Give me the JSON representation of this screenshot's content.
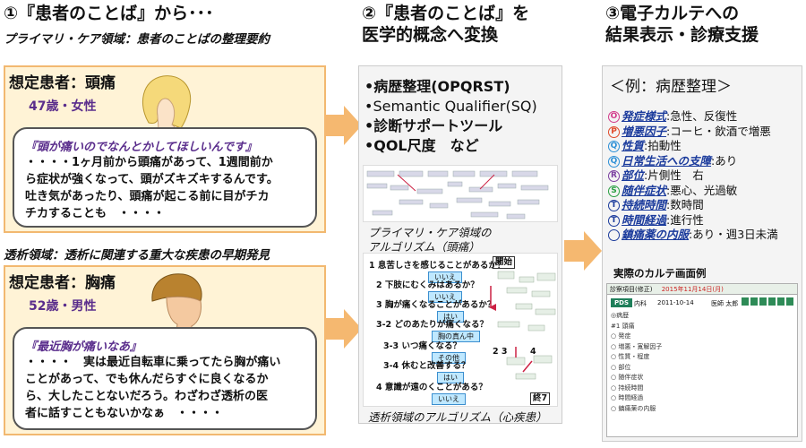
{
  "col1": {
    "heading": "①『患者のことば』から･･･",
    "section1_title": "プライマリ・ケア領域：患者のことばの整理要約",
    "case1": {
      "patient_label": "想定患者：頭痛",
      "age": "47歳・女性",
      "quote": "『頭が痛いのでなんとかしてほしいんです』",
      "lines": [
        "・・・・1ヶ月前から頭痛があって、1週間前か",
        "ら症状が強くなって、頭がズキズキするんです。",
        "吐き気があったり、頭痛が起こる前に目がチカ",
        "チカすることも　・・・・"
      ]
    },
    "section2_title": "透析領域：透析に関連する重大な疾患の早期発見",
    "case2": {
      "patient_label": "想定患者：胸痛",
      "age": "52歳・男性",
      "quote": "『最近胸が痛いなあ』",
      "lines": [
        "・・・・　実は最近自転車に乗ってたら胸が痛い",
        "ことがあって、でも休んだらすぐに良くなるか",
        "ら、大したことないだろう。わざわざ透析の医",
        "者に話すこともないかなぁ　・・・・"
      ]
    }
  },
  "col2": {
    "heading_line1": "②『患者のことば』を",
    "heading_line2": "医学的概念へ変換",
    "list": [
      "•病歴整理(OPQRST)",
      "•Semantic Qualifier(SQ)",
      "•診断サポートツール",
      "•QOL尺度　など"
    ],
    "caption1": [
      "プライマリ・ケア領域の",
      "アルゴリズム（頭痛）"
    ],
    "flow": {
      "start_label": "開始",
      "questions": [
        "1 息苦しさを感じることがあるか？",
        "2 下肢にむくみはあるか？",
        "3 胸が痛くなることがあるか？",
        "3-2 どのあたりが痛くなる？",
        "3-3 いつ痛くなる？",
        "3-4 休むと改善する？",
        "4 意識が遠のくことがある？"
      ],
      "answers": [
        "いいえ",
        "いいえ",
        "はい",
        "胸の真ん中",
        "その他",
        "はい",
        "いいえ"
      ],
      "side_labels": [
        "2 3",
        "4"
      ],
      "end_label": "終7"
    },
    "caption2": "透析領域のアルゴリズム（心疾患）"
  },
  "col3": {
    "heading_line1": "③電子カルテへの",
    "heading_line2": "結果表示・診療支援",
    "example_title": "＜例：病歴整理＞",
    "items": [
      {
        "letter": "O",
        "label": "発症様式",
        "value": ":急性、反復性",
        "color": "#d23a8a"
      },
      {
        "letter": "P",
        "label": "増悪因子",
        "value": ":コーヒ・飲酒で増悪",
        "color": "#e04a2a"
      },
      {
        "letter": "Q",
        "label": "性質",
        "value": ":拍動性",
        "color": "#2c8fd6"
      },
      {
        "letter": "Q",
        "label": "日常生活への支障",
        "value": ":あり",
        "color": "#2c8fd6"
      },
      {
        "letter": "R",
        "label": "部位",
        "value": ":片側性　右",
        "color": "#7b3fa0"
      },
      {
        "letter": "S",
        "label": "随伴症状",
        "value": ":悪心、光過敏",
        "color": "#2aa042"
      },
      {
        "letter": "T",
        "label": "持続時間",
        "value": ":数時間",
        "color": "#1b3b9c"
      },
      {
        "letter": "T",
        "label": "時間経過",
        "value": ":進行性",
        "color": "#1b3b9c"
      },
      {
        "letter": "○",
        "label": "鎮痛薬の内服",
        "value": ":あり・週3日未満",
        "color": "#1b3b9c"
      }
    ],
    "karte_caption": "実際のカルテ画面例",
    "karte": {
      "header": "診察項目(修正)",
      "date_text": "2015年11月14日(月)",
      "tab": "PDS",
      "field1": "内科",
      "field2": "2011-10-14",
      "doctor": "医師 太郎",
      "lines": [
        "◎病歴",
        "#1 頭痛",
        "○ 発症",
        "○ 増悪・寛解因子",
        "○ 性質・程度",
        "○ 部位",
        "○ 随伴症状",
        "○ 持続時間",
        "○ 時間経過",
        "○ 鎮痛薬の内服"
      ]
    }
  }
}
